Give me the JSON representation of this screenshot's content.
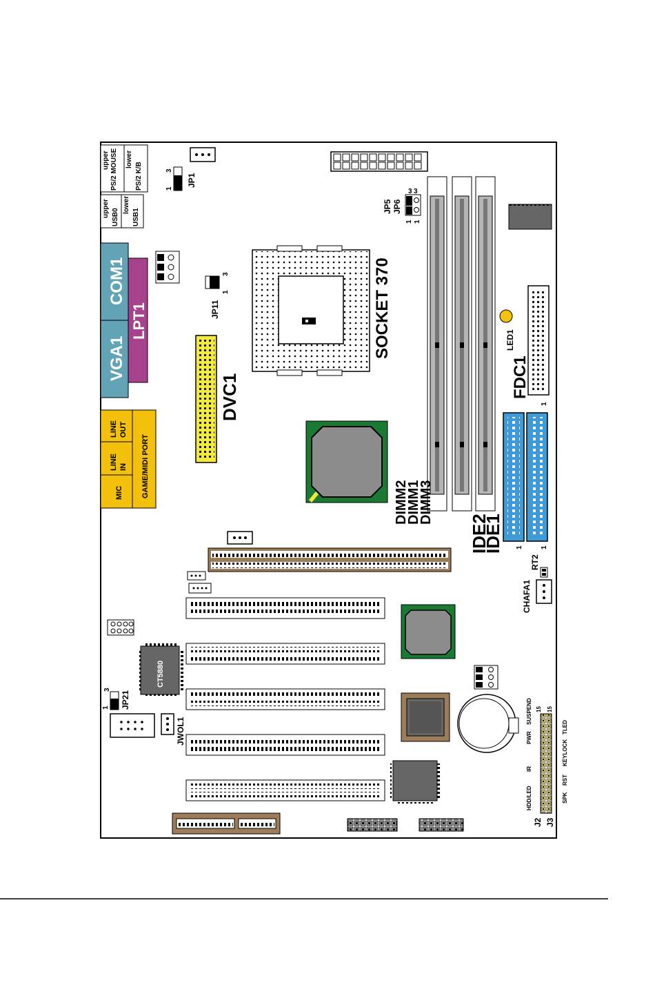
{
  "colors": {
    "io_blue": "#62a3b5",
    "lpt_magenta": "#a8418e",
    "audio_yellow": "#f3c00c",
    "dvc_yellow": "#f2ea3c",
    "agp_brown": "#9c7d5a",
    "ide_blue": "#3f9bd8",
    "chip_green": "#1a7a34",
    "chip_gray": "#8c8c8c",
    "dimm_gray": "#b5b5b5",
    "led_yellow": "#f4c20d"
  },
  "labels": {
    "ps2_mouse": "PS/2 MOUSE",
    "ps2_kb": "PS/2 K/B",
    "ps2_upper": "upper",
    "ps2_lower": "lower",
    "usb0": "USB0",
    "usb1": "USB1",
    "usb_upper": "upper",
    "usb_lower": "lower",
    "com1": "COM1",
    "vga1": "VGA1",
    "lpt1": "LPT1",
    "line_out": "LINE OUT",
    "line_in": "LINE IN",
    "mic": "MIC",
    "game_midi": "GAME/MIDI PORT",
    "jp1": "JP1",
    "jp11": "JP11",
    "jp5": "JP5",
    "jp6": "JP6",
    "jp21": "JP21",
    "pin_1": "1",
    "pin_3": "3",
    "pin_15": "15",
    "socket": "SOCKET 370",
    "dvc1": "DVC1",
    "fdc1": "FDC1",
    "led1": "LED1",
    "dimm2": "DIMM2",
    "dimm1": "DIMM1",
    "dimm3": "DIMM3",
    "ide2": "IDE2",
    "ide1": "IDE1",
    "rt2": "RT2",
    "chafa1": "CHAFA1",
    "ct5880": "CT5880",
    "jwol1": "JWOL1",
    "j2": "J2",
    "j3": "J3",
    "hdd_led": "HDD/LED",
    "ir": "IR",
    "pwr": "PWR",
    "suspend": "SUSPEND",
    "spk": "SPK",
    "rst": "RST",
    "keylock": "KEYLOCK",
    "tled": "TLED"
  }
}
